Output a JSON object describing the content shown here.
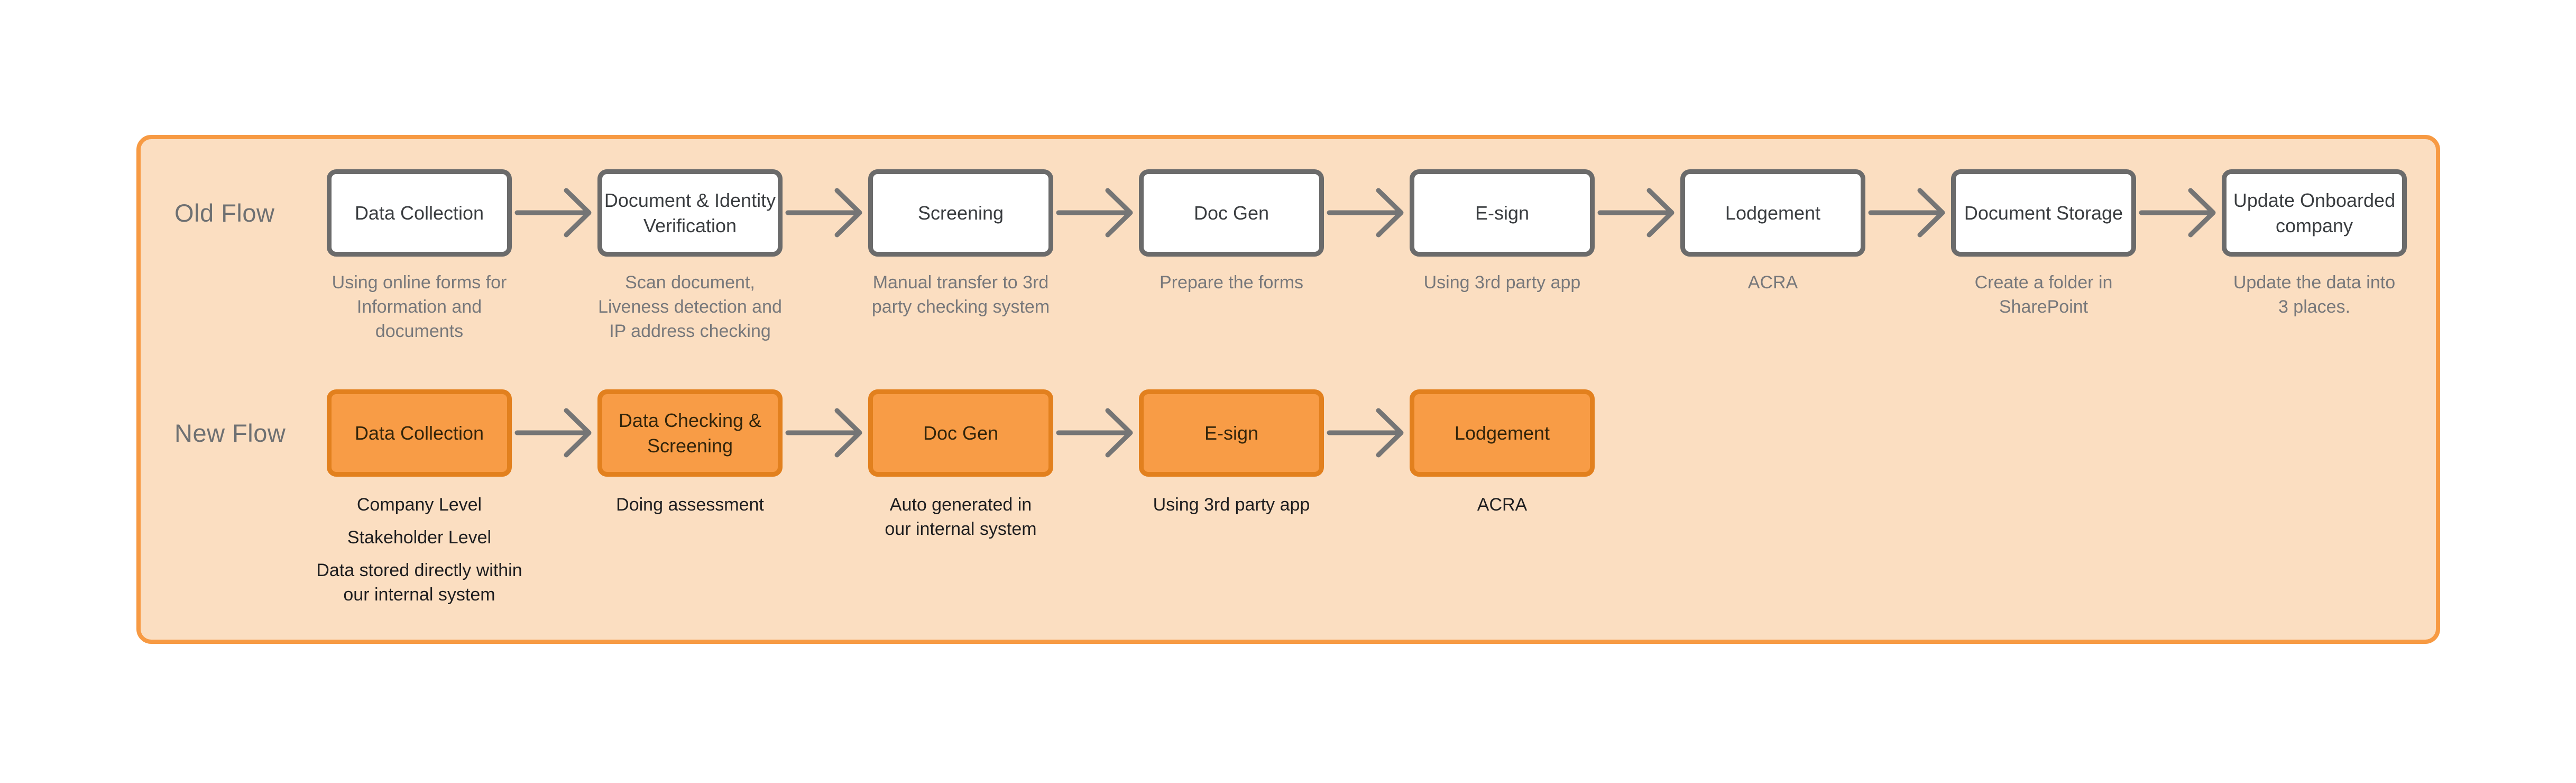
{
  "colors": {
    "page_bg": "#FFFFFF",
    "panel_bg": "#FBDEC1",
    "panel_border": "#F79A43",
    "flow_label_color": "#6E7072",
    "old_box_bg": "#FFFFFF",
    "old_box_border": "#6B6B6B",
    "old_box_text": "#3A3D40",
    "old_caption_color": "#77787B",
    "new_box_bg": "#F89C46",
    "new_box_border": "#E2801E",
    "new_box_text": "#33250B",
    "new_caption_color": "#1E1E20",
    "arrow_color": "#757575"
  },
  "flows": [
    {
      "id": "old",
      "label": "Old Flow",
      "steps": [
        {
          "title_lines": [
            "Data Collection"
          ],
          "caption_paragraphs": [
            [
              "Using online forms for",
              "Information and",
              "documents"
            ]
          ]
        },
        {
          "title_lines": [
            "Document & Identity",
            "Verification"
          ],
          "caption_paragraphs": [
            [
              "Scan document,",
              "Liveness detection and",
              "IP address checking"
            ]
          ]
        },
        {
          "title_lines": [
            "Screening"
          ],
          "caption_paragraphs": [
            [
              "Manual transfer to 3rd",
              "party checking system"
            ]
          ]
        },
        {
          "title_lines": [
            "Doc Gen"
          ],
          "caption_paragraphs": [
            [
              "Prepare the forms"
            ]
          ]
        },
        {
          "title_lines": [
            "E-sign"
          ],
          "caption_paragraphs": [
            [
              "Using 3rd party app"
            ]
          ]
        },
        {
          "title_lines": [
            "Lodgement"
          ],
          "caption_paragraphs": [
            [
              "ACRA"
            ]
          ]
        },
        {
          "title_lines": [
            "Document Storage"
          ],
          "caption_paragraphs": [
            [
              "Create a folder in",
              "SharePoint"
            ]
          ]
        },
        {
          "title_lines": [
            "Update Onboarded",
            "company"
          ],
          "caption_paragraphs": [
            [
              "Update the data into",
              "3 places."
            ]
          ]
        }
      ]
    },
    {
      "id": "new",
      "label": "New Flow",
      "steps": [
        {
          "title_lines": [
            "Data Collection"
          ],
          "caption_paragraphs": [
            [
              "Company Level"
            ],
            [
              "Stakeholder Level"
            ],
            [
              "Data stored directly within",
              "our internal system"
            ]
          ]
        },
        {
          "title_lines": [
            "Data Checking &",
            "Screening"
          ],
          "caption_paragraphs": [
            [
              "Doing assessment"
            ]
          ]
        },
        {
          "title_lines": [
            "Doc Gen"
          ],
          "caption_paragraphs": [
            [
              "Auto generated in",
              "our internal system"
            ]
          ]
        },
        {
          "title_lines": [
            "E-sign"
          ],
          "caption_paragraphs": [
            [
              "Using 3rd party app"
            ]
          ]
        },
        {
          "title_lines": [
            "Lodgement"
          ],
          "caption_paragraphs": [
            [
              "ACRA"
            ]
          ]
        }
      ]
    }
  ]
}
